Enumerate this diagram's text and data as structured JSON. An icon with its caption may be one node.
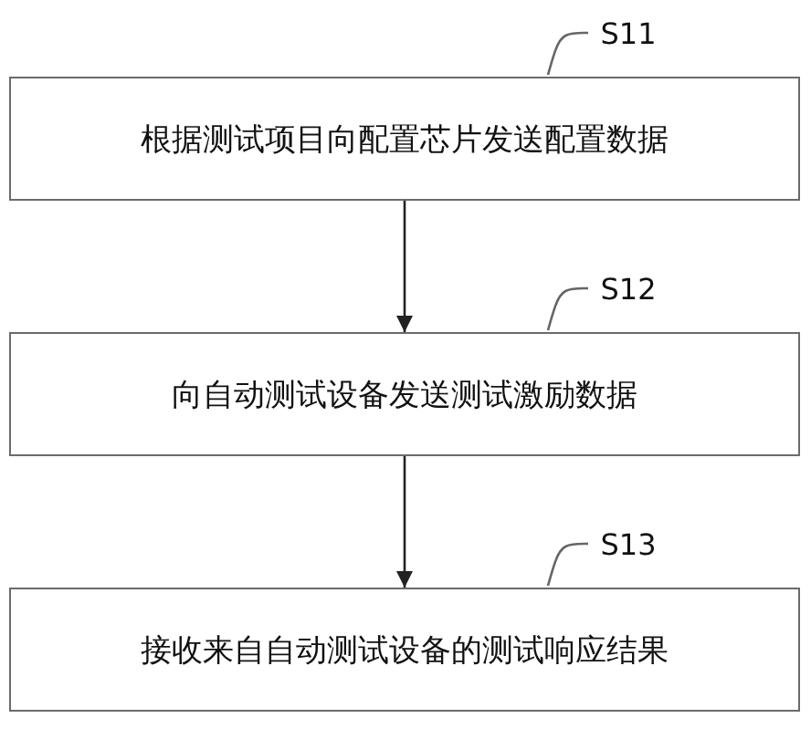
{
  "diagram": {
    "nodes": [
      {
        "text": [
          "根据测试项目向配置芯片发送配置数据"
        ]
      },
      {
        "text": [
          "向自动测试设备发送测试激励数据"
        ]
      },
      {
        "text": [
          "接收来自自动测试设备的测试响应结果"
        ]
      },
      {
        "text": [
          "S11"
        ]
      },
      {
        "text": [
          "S12"
        ]
      },
      {
        "text": [
          "S13"
        ]
      }
    ],
    "edges": [
      {
        "from": 0,
        "to": 1,
        "arrow": "to"
      },
      {
        "from": 1,
        "to": 2,
        "arrow": "to"
      },
      {
        "from": 3,
        "to": 0,
        "arrow": "none"
      },
      {
        "from": 4,
        "to": 1,
        "arrow": "none"
      },
      {
        "from": 5,
        "to": 2,
        "arrow": "none"
      }
    ]
  }
}
